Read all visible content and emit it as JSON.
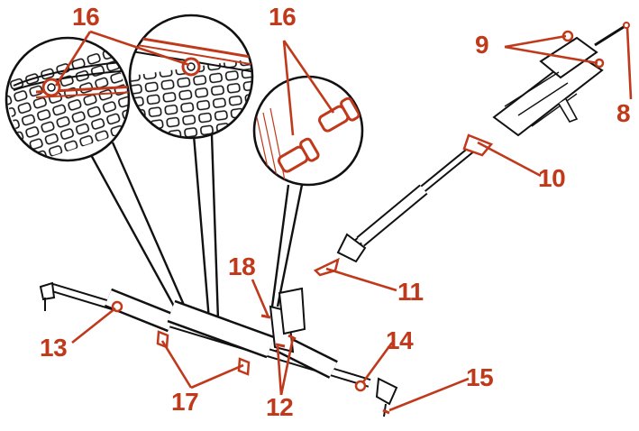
{
  "diagram": {
    "accent_color": "#c0391b",
    "line_color": "#111111",
    "callouts": {
      "c16a": "16",
      "c16b": "16",
      "c9": "9",
      "c8": "8",
      "c10": "10",
      "c18": "18",
      "c11": "11",
      "c13": "13",
      "c14": "14",
      "c15": "15",
      "c17": "17",
      "c12": "12"
    }
  }
}
